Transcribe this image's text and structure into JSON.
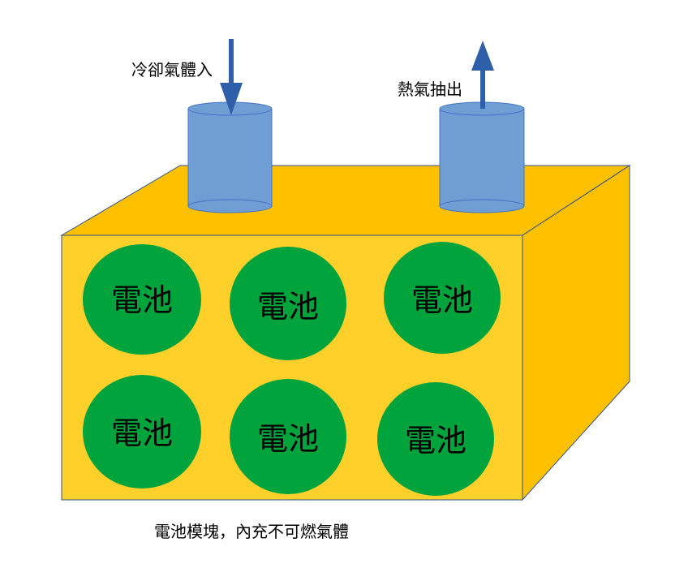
{
  "labels": {
    "inlet": "冷卻氣體入",
    "outlet": "熱氣抽出",
    "caption": "電池模塊，內充不可燃氣體"
  },
  "cells": [
    {
      "label": "電池"
    },
    {
      "label": "電池"
    },
    {
      "label": "電池"
    },
    {
      "label": "電池"
    },
    {
      "label": "電池"
    },
    {
      "label": "電池"
    }
  ],
  "colors": {
    "box_front": "#FFD02A",
    "box_top": "#FFC000",
    "box_side": "#FFC000",
    "box_edge": "#2F528F",
    "cell_fill": "#00A33C",
    "pipe_fill": "#6F9ED4",
    "pipe_edge": "#4472C4",
    "arrow": "#2F5FA8"
  }
}
